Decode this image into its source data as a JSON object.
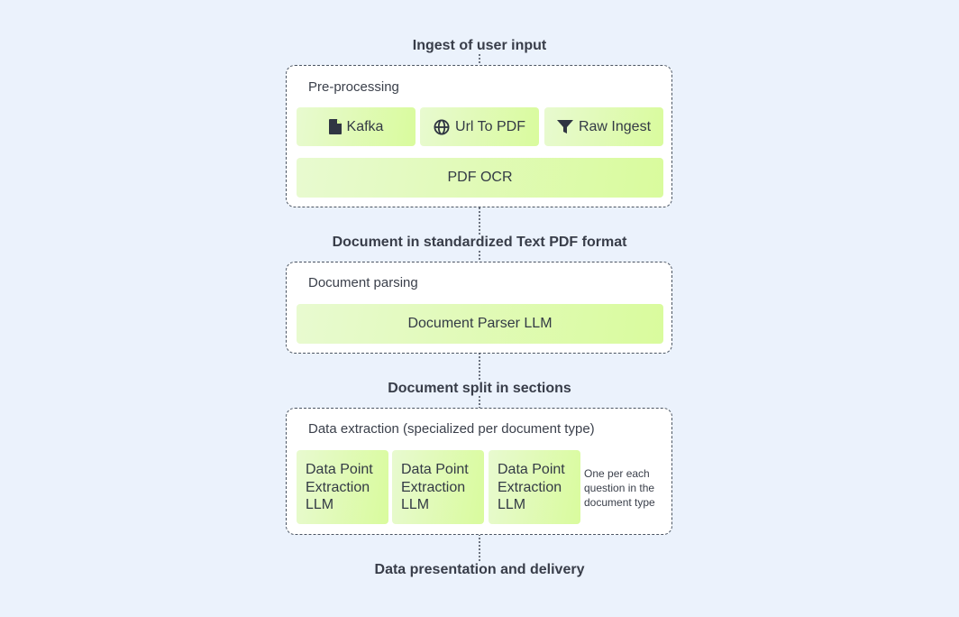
{
  "stages": {
    "ingest": "Ingest of user input",
    "standardized": "Document in standardized Text PDF format",
    "split": "Document split in sections",
    "delivery": "Data presentation and delivery"
  },
  "preprocessing": {
    "title": "Pre-processing",
    "sources": [
      {
        "label": "Kafka",
        "icon": "file-icon"
      },
      {
        "label": "Url To PDF",
        "icon": "globe-icon"
      },
      {
        "label": "Raw Ingest",
        "icon": "filter-icon"
      }
    ],
    "ocr": "PDF OCR"
  },
  "parsing": {
    "title": "Document parsing",
    "parser": "Document Parser LLM"
  },
  "extraction": {
    "title": "Data extraction (specialized per document type)",
    "blocks": [
      {
        "label": "Data Point Extraction LLM"
      },
      {
        "label": "Data Point Extraction LLM"
      },
      {
        "label": "Data Point Extraction LLM"
      }
    ],
    "note": "One per each question in the document type"
  },
  "colors": {
    "background": "#ebf2fc",
    "chip_start": "#e8fad0",
    "chip_end": "#d9fb9d"
  }
}
